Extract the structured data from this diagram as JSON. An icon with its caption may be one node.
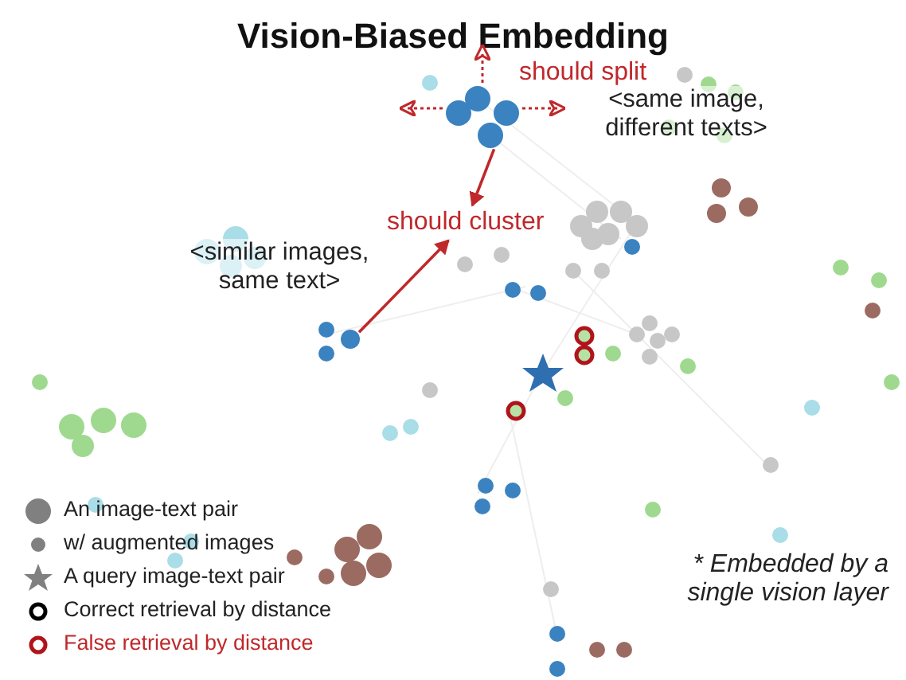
{
  "diagram": {
    "title": "Vision-Biased Embedding",
    "nodes": [
      {
        "text": [],
        "shape": "circle"
      },
      {
        "text": [
          "should cluster"
        ]
      },
      {
        "text": [],
        "shape": "circle"
      }
    ],
    "edges": [
      {
        "from": 0,
        "to": 1,
        "arrow": "to"
      },
      {
        "from": 2,
        "to": 1,
        "arrow": "to"
      }
    ],
    "labels": [
      "should split",
      "<same image, different texts>",
      "<similar images, same text>",
      "* Embedded by a single vision layer"
    ],
    "legend": [
      {
        "text": "An image-text pair"
      },
      {
        "text": "w/ augmented images"
      },
      {
        "text": "A query image-text pair"
      },
      {
        "text": "Correct retrieval by distance"
      },
      {
        "text": "False retrieval by distance"
      }
    ]
  }
}
